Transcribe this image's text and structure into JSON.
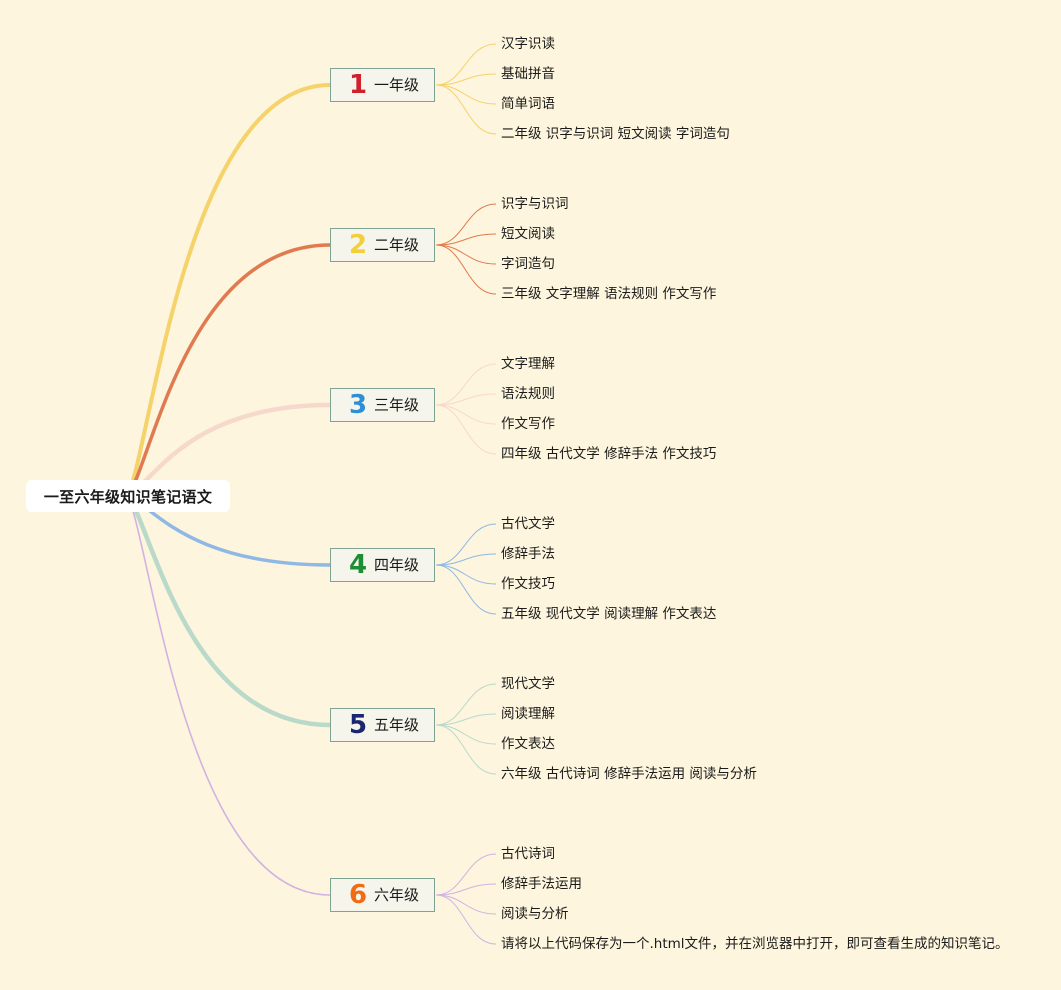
{
  "root": {
    "label": "一至六年级知识笔记语文"
  },
  "grades": [
    {
      "num": "1",
      "num_color": "#d0202c",
      "branch_color": "#f5d26a",
      "label": "一年级",
      "items": [
        "汉字识读",
        "基础拼音",
        "简单词语",
        "二年级 识字与识词 短文阅读 字词造句"
      ]
    },
    {
      "num": "2",
      "num_color": "#f2cf3c",
      "branch_color": "#e07a50",
      "label": "二年级",
      "items": [
        "识字与识词",
        "短文阅读",
        "字词造句",
        "三年级 文字理解 语法规则 作文写作"
      ]
    },
    {
      "num": "3",
      "num_color": "#2d8fd6",
      "branch_color": "#f7d8cc",
      "label": "三年级",
      "items": [
        "文字理解",
        "语法规则",
        "作文写作",
        "四年级 古代文学 修辞手法 作文技巧"
      ]
    },
    {
      "num": "4",
      "num_color": "#1e8e34",
      "branch_color": "#8fb8e4",
      "label": "四年级",
      "items": [
        "古代文学",
        "修辞手法",
        "作文技巧",
        "五年级 现代文学 阅读理解 作文表达"
      ]
    },
    {
      "num": "5",
      "num_color": "#1c2570",
      "branch_color": "#b9d9c9",
      "label": "五年级",
      "items": [
        "现代文学",
        "阅读理解",
        "作文表达",
        "六年级 古代诗词 修辞手法运用 阅读与分析"
      ]
    },
    {
      "num": "6",
      "num_color": "#f26a12",
      "branch_color": "#d2b2e2",
      "label": "六年级",
      "items": [
        "古代诗词",
        "修辞手法运用",
        "阅读与分析",
        "请将以上代码保存为一个.html文件，并在浏览器中打开，即可查看生成的知识笔记。"
      ]
    }
  ]
}
